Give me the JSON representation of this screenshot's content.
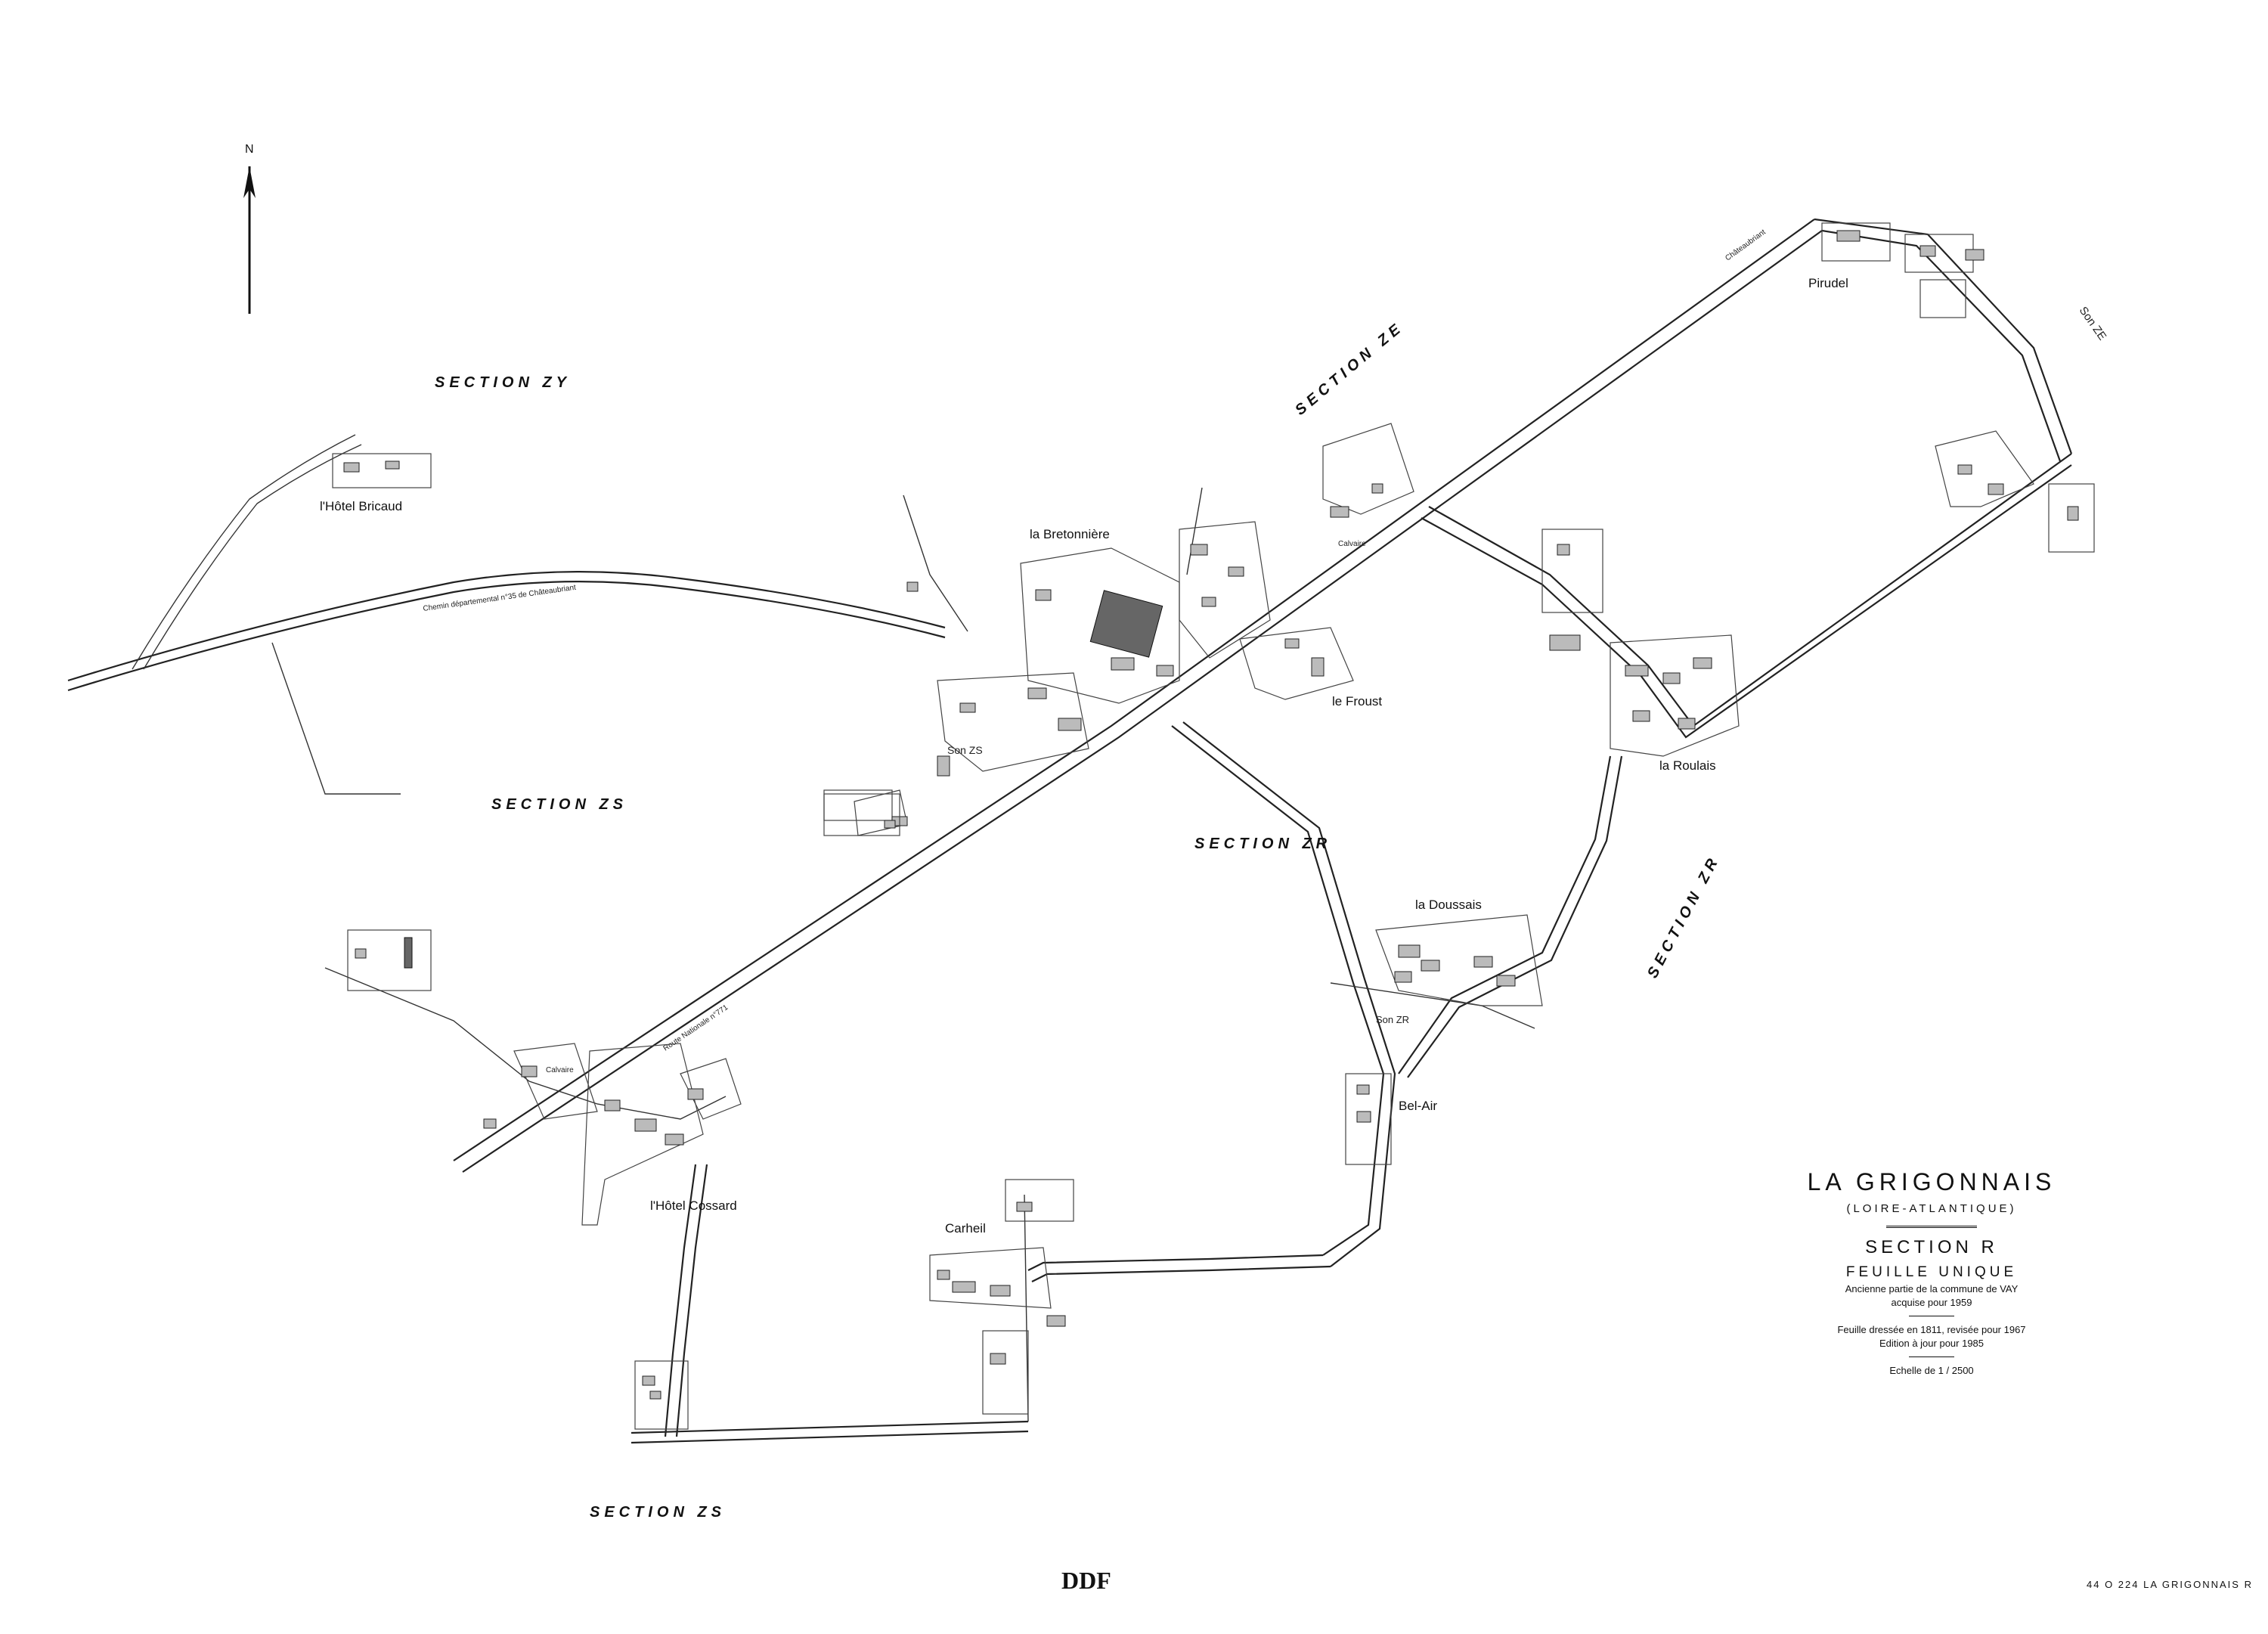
{
  "north_label": "N",
  "sections": {
    "zy": "SECTION  ZY",
    "ze": "SECTION  ZE",
    "zs_west": "SECTION  ZS",
    "zr_center": "SECTION  ZR",
    "zr_east": "SECTION  ZR",
    "zs_south": "SECTION  ZS",
    "son_ze": "Son ZE",
    "son_zs": "Son ZS",
    "son_zr": "Son ZR"
  },
  "places": {
    "hotel_bricaud": "l'Hôtel Bricaud",
    "bretonniere": "la Bretonnière",
    "froust": "le Froust",
    "pirudel": "Pirudel",
    "roulais": "la Roulais",
    "doussais": "la Doussais",
    "bel_air": "Bel-Air",
    "hotel_cossard": "l'Hôtel Cossard",
    "carheil": "Carheil"
  },
  "road_labels": {
    "chateaubriant_w": "Chemin départemental n°35 de Châteaubriant",
    "chateaubriant_ne": "Châteaubriant",
    "nationale": "Route Nationale n°771",
    "calvaire_1": "Calvaire",
    "calvaire_2": "Calvaire"
  },
  "cartouche": {
    "title": "LA GRIGONNAIS",
    "region": "(LOIRE-ATLANTIQUE)",
    "section": "SECTION  R",
    "sheet": "FEUILLE  UNIQUE",
    "note_1": "Ancienne partie de la commune de VAY",
    "note_2": "acquise pour 1959",
    "history_1": "Feuille dressée en 1811, revisée pour 1967",
    "history_2": "Edition à jour pour 1985",
    "scale": "Echelle de 1 / 2500"
  },
  "document_ref": "44 O 224  LA  GRIGONNAIS   R",
  "stamp": "DDF"
}
